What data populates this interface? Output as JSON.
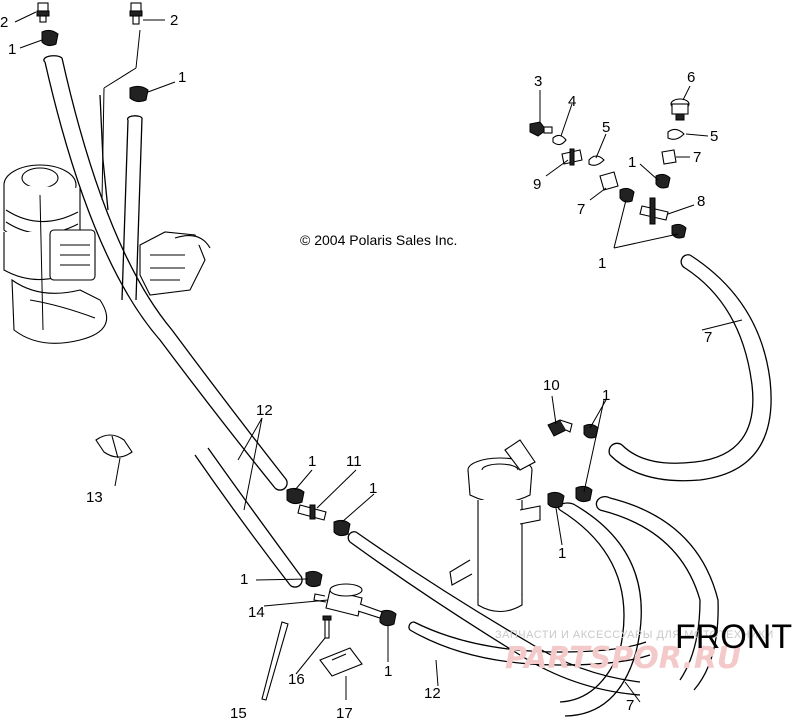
{
  "copyright": "© 2004 Polaris Sales Inc.",
  "front_label": "FRONT",
  "watermark": {
    "small": "ЗАПЧАСТИ И АКСЕССУАРЫ ДЛЯ МОТОТЕХНИКИ",
    "big": "PARTSPOR.RU"
  },
  "callouts": [
    "1",
    "2",
    "3",
    "4",
    "5",
    "6",
    "7",
    "8",
    "9",
    "10",
    "11",
    "12",
    "13",
    "14",
    "15",
    "16",
    "17"
  ]
}
